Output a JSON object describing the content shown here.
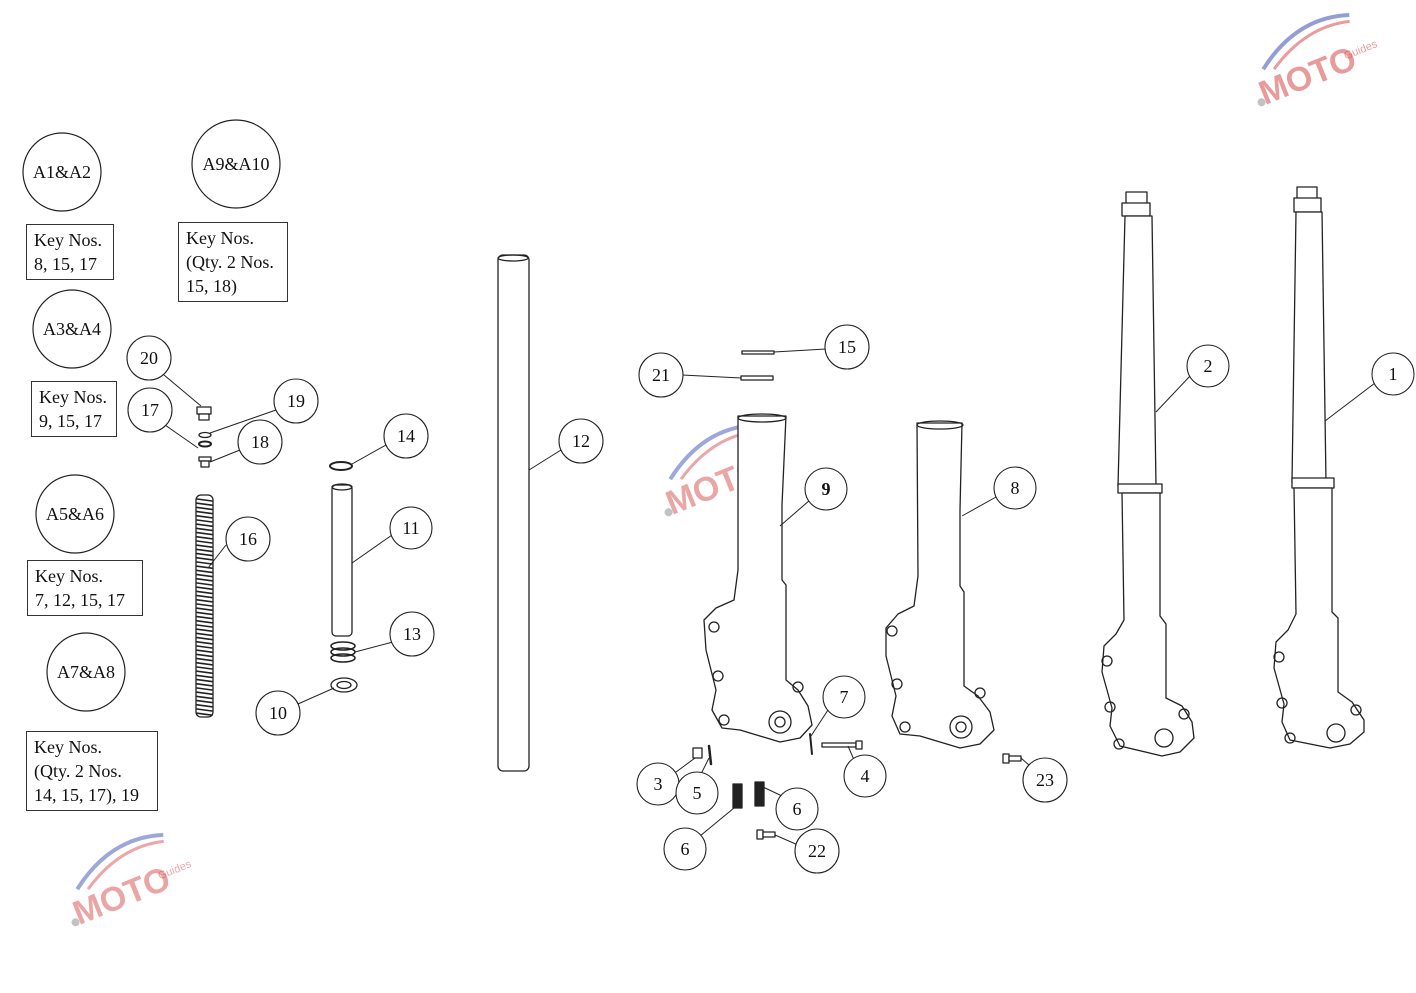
{
  "kits": [
    {
      "id": "A1&A2",
      "note_lines": [
        "Key Nos.",
        "8, 15, 17"
      ]
    },
    {
      "id": "A9&A10",
      "note_lines": [
        "Key Nos.",
        "(Qty. 2 Nos.",
        "15, 18)"
      ]
    },
    {
      "id": "A3&A4",
      "note_lines": [
        "Key Nos.",
        "9, 15, 17"
      ]
    },
    {
      "id": "A5&A6",
      "note_lines": [
        "Key Nos.",
        "7, 12, 15, 17"
      ]
    },
    {
      "id": "A7&A8",
      "note_lines": [
        "Key Nos.",
        "(Qty. 2 Nos.",
        "14, 15, 17), 19"
      ]
    }
  ],
  "callouts": {
    "c1": "1",
    "c2": "2",
    "c3": "3",
    "c4": "4",
    "c5": "5",
    "c6a": "6",
    "c6b": "6",
    "c7": "7",
    "c8": "8",
    "c9": "9",
    "c10": "10",
    "c11": "11",
    "c12": "12",
    "c13": "13",
    "c14": "14",
    "c15": "15",
    "c16": "16",
    "c17": "17",
    "c18": "18",
    "c19": "19",
    "c20": "20",
    "c21": "21",
    "c22": "22",
    "c23": "23"
  },
  "watermark": {
    "word": "MOTO",
    "sub": "Guides",
    "color_main": "#d23a3a",
    "color_swoosh": "#3b4fb5"
  },
  "colors": {
    "line": "#222222",
    "bg": "#ffffff"
  }
}
